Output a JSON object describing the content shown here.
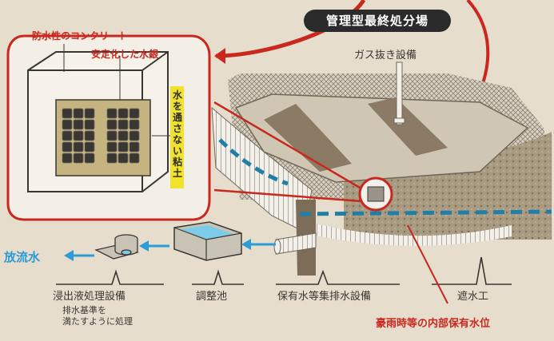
{
  "title": "管理型最終処分場",
  "callout": {
    "concrete_label": "防水性のコンクリート",
    "mercury_label": "安定化した水銀",
    "clay_label": "水を通さない粘土"
  },
  "labels": {
    "gas_vent": "ガス抜き設備",
    "discharge": "放流水",
    "leachate_treatment": "浸出液処理設備",
    "treatment_note_line1": "排水基準を",
    "treatment_note_line2": "満たすように処理",
    "adjustment_pond": "調整池",
    "collection_drain": "保有水等集排水設備",
    "barrier": "遮水工",
    "heavy_rain_level": "豪雨時等の内部保有水位"
  },
  "colors": {
    "accent_red": "#c8281e",
    "water_blue": "#2c9bd6",
    "level_teal": "#1f7fa6",
    "clay_yellow": "#f1e22e",
    "background": "#e6ddcc"
  },
  "icons": [
    "arrow-left-icon",
    "arrow-right-icon"
  ]
}
